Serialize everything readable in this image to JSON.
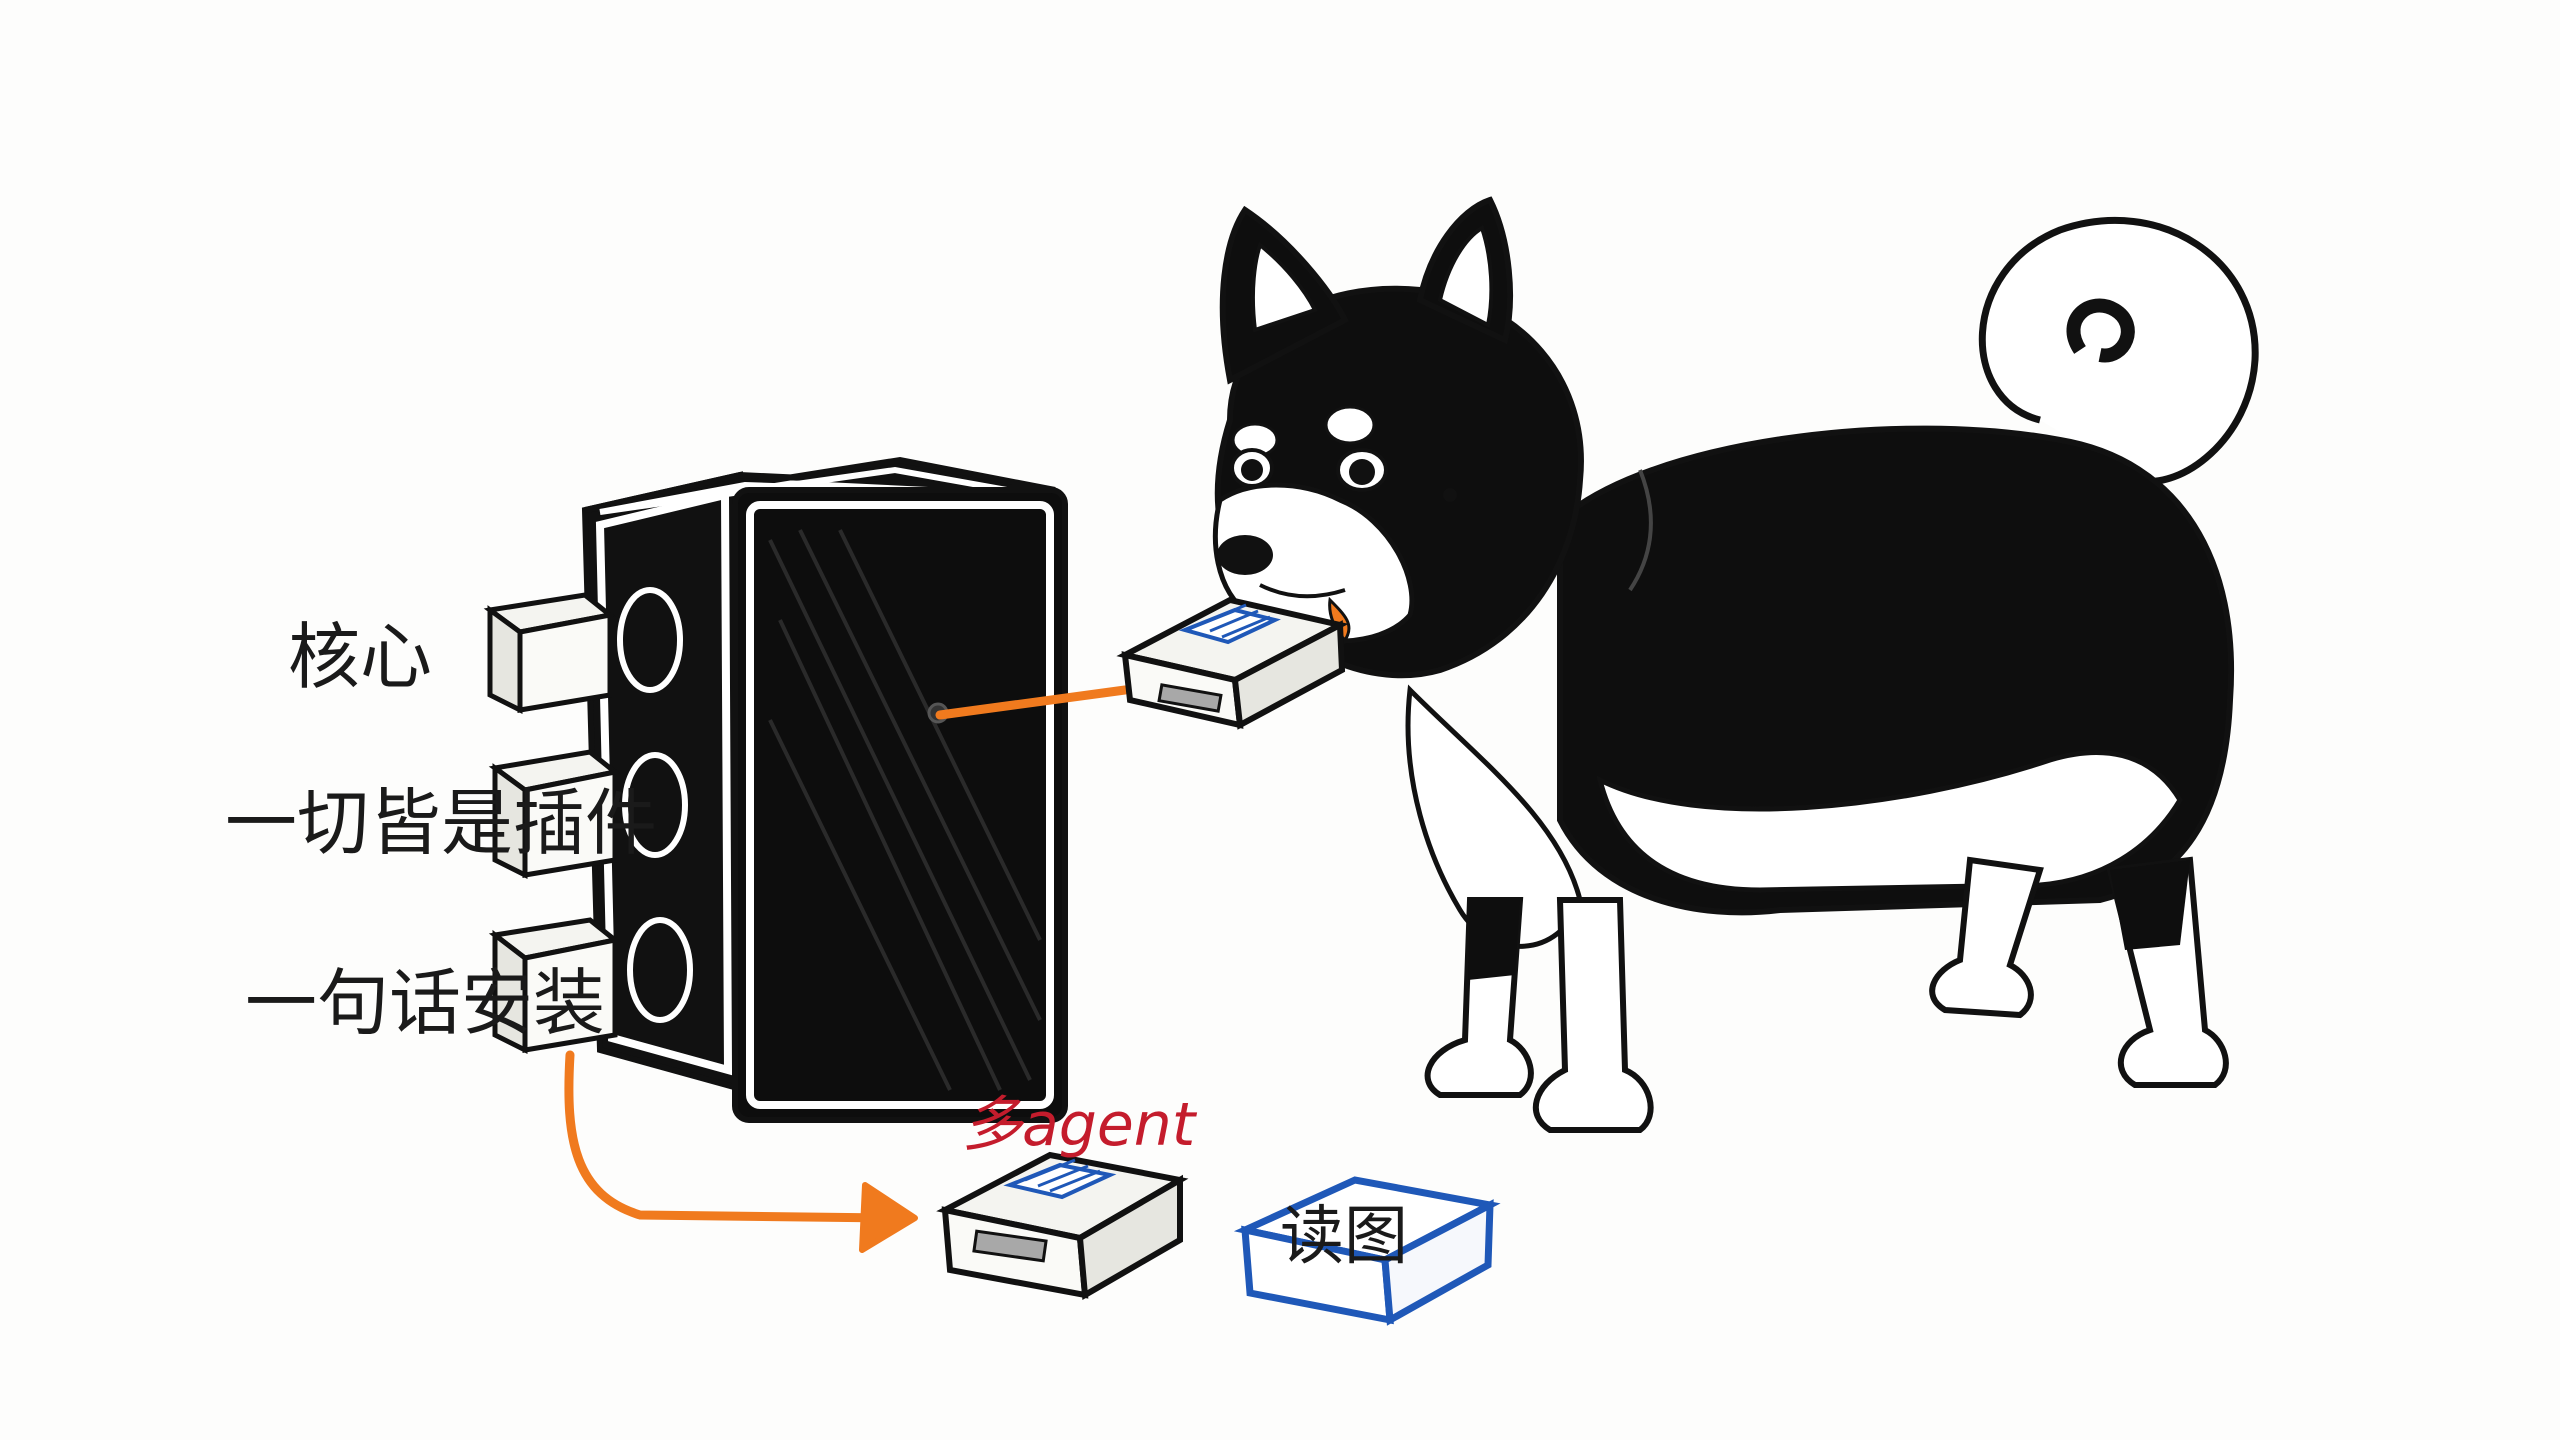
{
  "labels": {
    "core": "核心",
    "everything_plugin": "一切皆是插件",
    "one_sentence_install": "一句话安装",
    "multi_agent": "多agent",
    "read_image": "读图"
  },
  "colors": {
    "ink": "#111111",
    "orange": "#f07a1e",
    "red_text": "#c41c2c",
    "blue": "#1f58b8",
    "plugin_fill": "#f4f4f0",
    "window_gray": "#a8a8a8"
  },
  "icons": {
    "core_box": "black-box-icon",
    "dog": "shiba-dog-icon",
    "plugin": "plugin-module-icon"
  }
}
